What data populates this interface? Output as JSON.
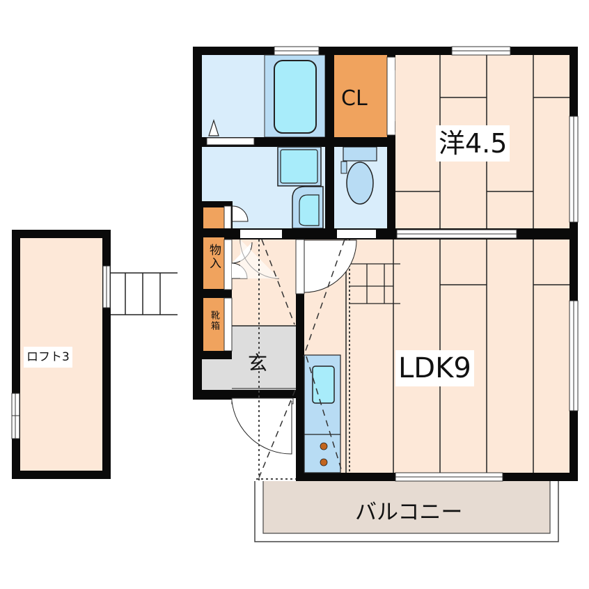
{
  "floorplan": {
    "rooms": {
      "closet": {
        "label": "CL"
      },
      "western_room": {
        "label": "洋4.5",
        "size_jo": 4.5
      },
      "ldk": {
        "label": "LDK9",
        "size_jo": 9
      },
      "loft": {
        "label": "ロフト3",
        "size_jo": 3
      },
      "entrance": {
        "label": "玄"
      },
      "storage": {
        "label": "物入"
      },
      "shoe_box": {
        "label": "靴箱"
      },
      "balcony": {
        "label": "バルコニー"
      }
    },
    "colors": {
      "wall": "#0a0a0a",
      "room_floor": "#fde8d8",
      "wet_area": "#d9edfb",
      "fixture_blue": "#b8dcf4",
      "fixture_cyan": "#a8ecfa",
      "storage_orange": "#f0a35e",
      "entrance_gray": "#dddddd",
      "balcony_fill": "#e6dbd2",
      "stove_burner": "#c2651e"
    }
  }
}
